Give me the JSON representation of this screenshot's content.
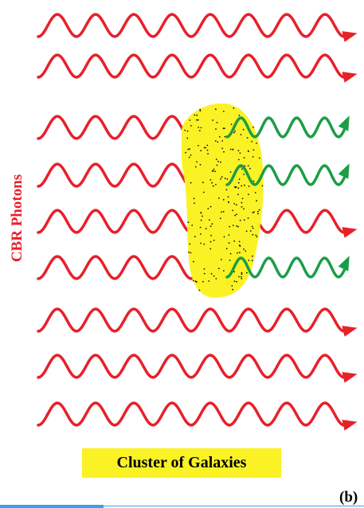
{
  "labels": {
    "photons": "CBR Photons",
    "cluster": "Cluster of Galaxies",
    "panel": "(b)"
  },
  "waves": [
    {
      "scattered": false
    },
    {
      "scattered": false
    },
    {
      "scattered": true
    },
    {
      "scattered": true
    },
    {
      "scattered": false
    },
    {
      "scattered": true
    },
    {
      "scattered": false
    },
    {
      "scattered": false
    },
    {
      "scattered": false
    }
  ],
  "colors": {
    "photon": "#e8202a",
    "scattered": "#1a9e46",
    "cluster_fill": "#fbf226",
    "cluster_dots": "#111111",
    "label_box": "#fbf226",
    "accent": "#3aa0f0"
  }
}
